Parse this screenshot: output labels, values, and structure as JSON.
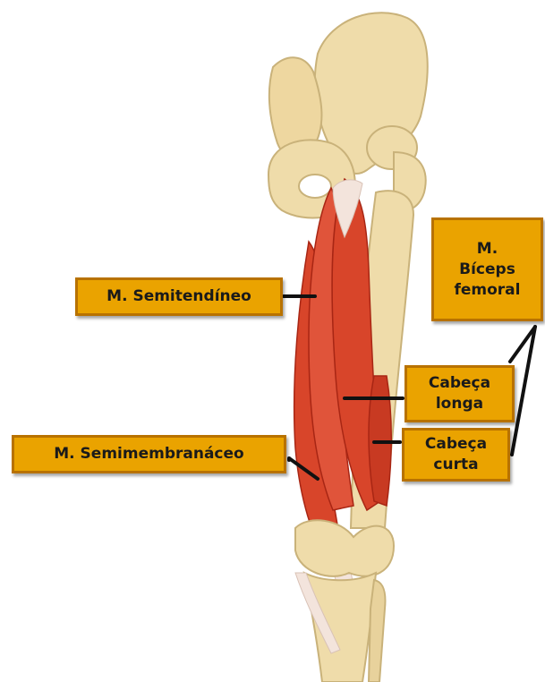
{
  "colors": {
    "label_fill": "#eaa300",
    "label_border": "#b87200",
    "bone": "#efdcaa",
    "bone_shadow": "#c9b27a",
    "muscle": "#d8452a",
    "muscle_dark": "#a82614",
    "tendon": "#f3e4dc",
    "leader_line": "#111111"
  },
  "labels": {
    "semitendinoso": "M. Semitendíneo",
    "semimembranoso": "M. Semimembranáceo",
    "biceps_femoral": "M.\nBíceps\nfemoral",
    "cabeca_longa": "Cabeça\nlonga",
    "cabeca_curta": "Cabeça\ncurta"
  }
}
